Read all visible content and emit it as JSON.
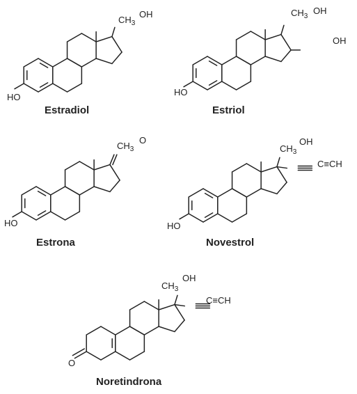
{
  "compounds": {
    "estradiol": {
      "name": "Estradiol",
      "labels": {
        "ch3": "CH3",
        "oh17": "OH",
        "oh3": "HO"
      }
    },
    "estriol": {
      "name": "Estriol",
      "labels": {
        "ch3": "CH3",
        "oh17": "OH",
        "oh16": "OH",
        "oh3": "HO"
      }
    },
    "estrona": {
      "name": "Estrona",
      "labels": {
        "ch3": "CH3",
        "oxo": "O",
        "oh3": "HO"
      }
    },
    "novestrol": {
      "name": "Novestrol",
      "labels": {
        "ch3": "CH3",
        "oh17": "OH",
        "ethynyl": "C≡CH",
        "oh3": "HO"
      }
    },
    "noretindrona": {
      "name": "Noretindrona",
      "labels": {
        "ch3": "CH3",
        "oh17": "OH",
        "ethynyl": "C≡CH",
        "oxo3": "O"
      }
    }
  }
}
